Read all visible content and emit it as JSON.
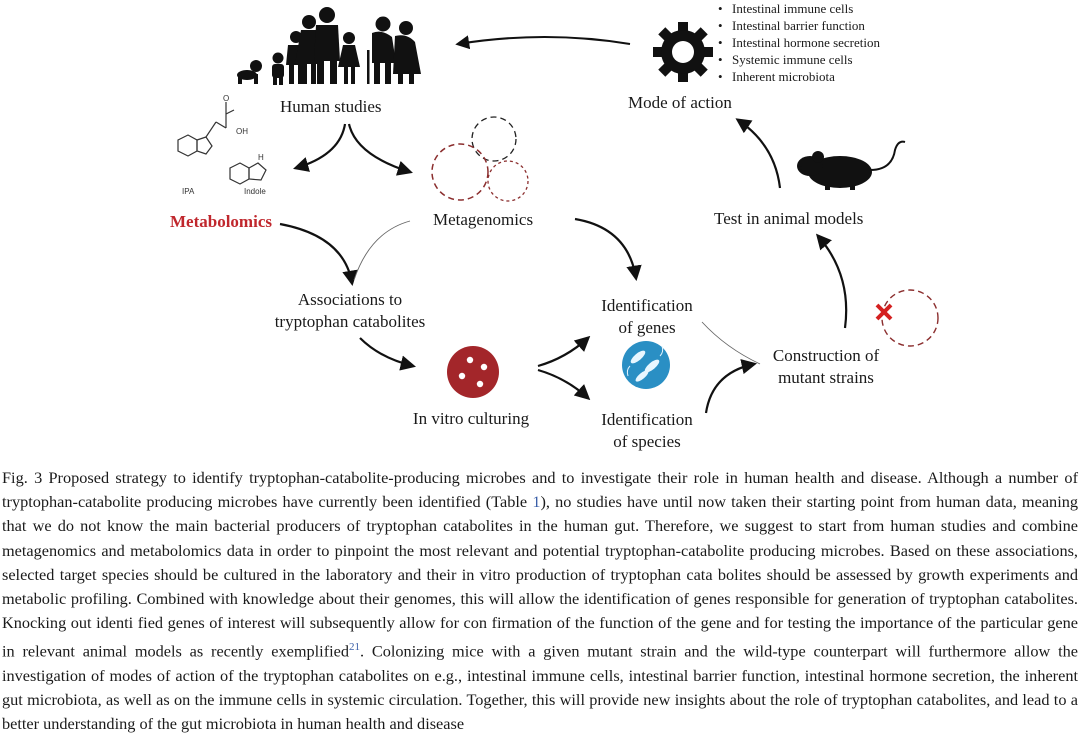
{
  "labels": {
    "human_studies": "Human studies",
    "mode_of_action": "Mode of action",
    "metabolomics": "Metabolomics",
    "metagenomics": "Metagenomics",
    "test_animal": "Test in animal models",
    "associations_line1": "Associations to",
    "associations_line2": "tryptophan catabolites",
    "identification_genes_line1": "Identification",
    "identification_genes_line2": "of genes",
    "construction_line1": "Construction of",
    "construction_line2": "mutant strains",
    "in_vitro": "In vitro culturing",
    "identification_species_line1": "Identification",
    "identification_species_line2": "of species",
    "ipa": "IPA",
    "indole": "Indole",
    "oh": "OH",
    "o": "O",
    "nh": "H"
  },
  "modes": [
    "Intestinal immune cells",
    "Intestinal barrier function",
    "Intestinal hormone secretion",
    "Systemic immune cells",
    "Inherent microbiota"
  ],
  "caption": {
    "part1": "Fig. 3 Proposed strategy to identify tryptophan-catabolite-producing microbes and to investigate their role in human health and disease. Although a number of tryptophan-catabolite producing microbes have currently been identified (Table ",
    "table_ref": "1",
    "part2": "), no studies have until now taken their starting point from human data, meaning that we do not know the main bacterial producers of tryptophan catabolites in the human gut. Therefore, we suggest to start from human studies and combine metagenomics and metabolomics data in order to pinpoint the most relevant and potential tryptophan-catabolite producing microbes. Based on these associations, selected target species should be cultured in the laboratory and their in vitro production of tryptophan cata bolites should be assessed by growth experiments and metabolic profiling. Combined with knowledge about their genomes, this will allow the identification of genes responsible for generation of tryptophan catabolites. Knocking out identi   fied genes of interest will subsequently allow for con  firmation of the function of the gene and for testing the importance of the particular gene in relevant animal models as recently exemplified",
    "citation": "21",
    "part3": ". Colonizing mice with a given mutant strain and the wild-type counterpart will furthermore allow the investigation of modes of action of the tryptophan catabolites on e.g., intestinal immune cells, intestinal barrier function, intestinal hormone secretion, the inherent gut microbiota, as well as on the immune cells in systemic circulation. Together, this will provide new insights about the role of tryptophan catabolites, and lead to a better understanding of the gut microbiota in human health and disease"
  },
  "colors": {
    "accent_red": "#c0272d",
    "dish_red": "#a3262a",
    "species_blue": "#2a8fc4",
    "text": "#1a1a1a"
  }
}
